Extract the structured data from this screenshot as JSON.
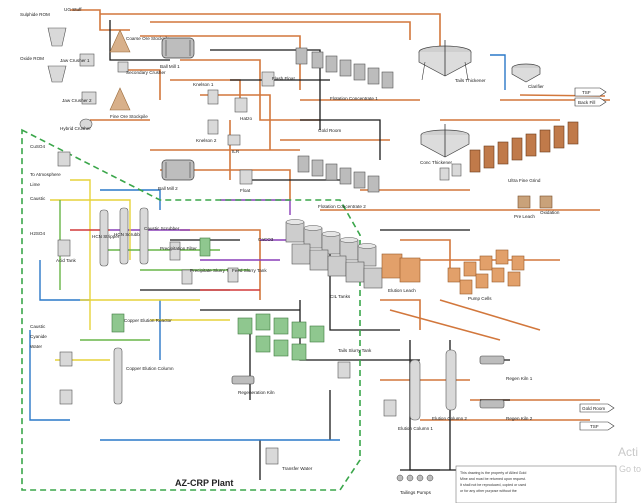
{
  "labels": {
    "ug_stuff": "UG Stuff",
    "sulphide_rom": "Sulphide ROM",
    "oxide_rom": "Oxide ROM",
    "jaw_crusher_1": "Jaw Crusher 1",
    "jaw_crusher_2": "Jaw Crusher 2",
    "hybrid_crusher": "Hybrid Crusher",
    "coarse_ore_stockpile": "Coarse Ore Stockpile",
    "secondary_crusher": "Secondary Crusher",
    "fine_ore_stockpile": "Fine Ore Stockpile",
    "ball_mill_1": "Ball Mill 1",
    "ball_mill_2": "Ball Mill 2",
    "knelson_1": "Knelson 1",
    "knelson_2": "Knelson 2",
    "flash_float": "Flash Float",
    "hatzo": "Hatzo",
    "ilr": "ILR",
    "float": "Float",
    "flotation_concentrate_1": "Flotation Concentrate 1",
    "flotation_concentrate_2": "Flotation Concentrate 2",
    "gold_room_top": "Gold Room",
    "tails_thickener": "Tails Thickener",
    "clarifier": "Clarifier",
    "tsf_top": "TSF",
    "back_fill": "Back Fill",
    "conc_thickener": "Conc Thickener",
    "ultra_fine_grind": "Ultra Fine Grind",
    "pre_leach": "Pre Leach",
    "oxidation": "Oxidation",
    "cil_tanks": "CIL Tanks",
    "elution_leach": "Elution Leach",
    "pump_cells": "Pump Cells",
    "cuso4": "CuSO4",
    "to_atmosphere": "To Atmosphere",
    "lime": "Lime",
    "caustic_1": "Caustic",
    "h2so4": "H2SO4",
    "acid_tank": "Acid Tank",
    "hcn_stripper": "HCN Stripper",
    "hcn_scrubber": "HCN Scrubber",
    "caustic_scrubber": "Caustic Scrubber",
    "precipitation_filter": "Precipitation Filter",
    "precipitate_slurry_tank": "Precipitate Slurry Tank",
    "feed_slurry_tank": "Feed Slurry Tank",
    "caco3": "CaCO3",
    "copper_elution_reactor": "Copper Elution Reactor",
    "copper_elution_column": "Copper Elution Column",
    "caustic_2": "Caustic",
    "cyanide": "Cyanide",
    "water": "Water",
    "regeneration_kiln": "Regeneration Kiln",
    "tails_slurry_tank": "Tails Slurry Tank",
    "elution_column_1": "Elution Column 1",
    "elution_column_2": "Elution Column 2",
    "regen_kiln_1": "Regen Kiln 1",
    "regen_kiln_2": "Regen Kiln 2",
    "gold_room_bottom": "Gold Room",
    "tsf_bottom": "TSF",
    "transfer_water": "Transfer Water",
    "tailings_pumps": "Tailings Pumps",
    "plant_title": "AZ-CRP Plant"
  },
  "note": {
    "line1": "This drawing is the property of Allied Gold",
    "line2": "Mine and must be returned upon request.",
    "line3": "It shall not be reproduced, copied or used",
    "line4": "or for any other purpose without the"
  },
  "watermark": {
    "line1": "Acti",
    "line2": "Go to"
  }
}
